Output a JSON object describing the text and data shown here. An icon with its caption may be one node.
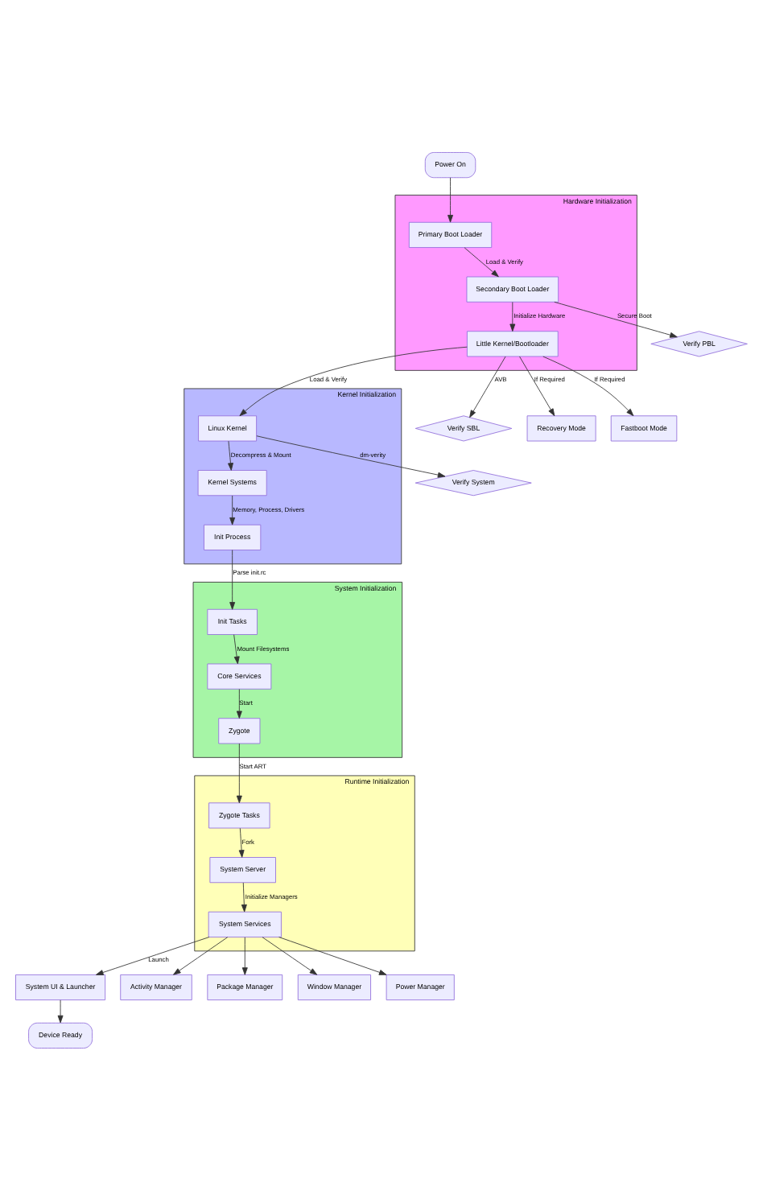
{
  "diagram": {
    "nodes": [
      {
        "text": [
          "Power On"
        ]
      },
      {
        "text": [
          "Hardware Initialization"
        ]
      },
      {
        "text": [
          "Primary Boot Loader"
        ],
        "in": 1
      },
      {
        "text": [
          "Secondary Boot Loader"
        ],
        "in": 1
      },
      {
        "text": [
          "Little Kernel/Bootloader"
        ],
        "in": 1
      },
      {
        "text": [
          "Verify PBL"
        ]
      },
      {
        "text": [
          "Kernel Initialization"
        ]
      },
      {
        "text": [
          "Linux Kernel"
        ],
        "in": 6
      },
      {
        "text": [
          "Kernel Systems"
        ],
        "in": 6
      },
      {
        "text": [
          "Init Process"
        ],
        "in": 6
      },
      {
        "text": [
          "Verify SBL"
        ]
      },
      {
        "text": [
          "Recovery Mode"
        ]
      },
      {
        "text": [
          "Fastboot Mode"
        ]
      },
      {
        "text": [
          "Verify System"
        ]
      },
      {
        "text": [
          "System Initialization"
        ]
      },
      {
        "text": [
          "Init Tasks"
        ],
        "in": 14
      },
      {
        "text": [
          "Core Services"
        ],
        "in": 14
      },
      {
        "text": [
          "Zygote"
        ],
        "in": 14
      },
      {
        "text": [
          "Runtime Initialization"
        ]
      },
      {
        "text": [
          "Zygote Tasks"
        ],
        "in": 18
      },
      {
        "text": [
          "System Server"
        ],
        "in": 18
      },
      {
        "text": [
          "System Services"
        ],
        "in": 18
      },
      {
        "text": [
          "System UI & Launcher"
        ]
      },
      {
        "text": [
          "Activity Manager"
        ]
      },
      {
        "text": [
          "Package Manager"
        ]
      },
      {
        "text": [
          "Window Manager"
        ]
      },
      {
        "text": [
          "Power Manager"
        ]
      },
      {
        "text": [
          "Device Ready"
        ]
      }
    ],
    "edges": [
      {
        "from": 0,
        "to": 2,
        "arrow": "to"
      },
      {
        "from": 2,
        "to": 3,
        "arrow": "to",
        "label": "Load & Verify"
      },
      {
        "from": 3,
        "to": 4,
        "arrow": "to",
        "label": "Initialize Hardware"
      },
      {
        "from": 3,
        "to": 5,
        "arrow": "to",
        "label": "Secure Boot"
      },
      {
        "from": 4,
        "to": 7,
        "arrow": "to",
        "label": "Load & Verify"
      },
      {
        "from": 4,
        "to": 10,
        "arrow": "to",
        "label": "AVB"
      },
      {
        "from": 4,
        "to": 11,
        "arrow": "to",
        "label": "If Required"
      },
      {
        "from": 4,
        "to": 12,
        "arrow": "to",
        "label": "If Required"
      },
      {
        "from": 7,
        "to": 8,
        "arrow": "to",
        "label": "Decompress & Mount"
      },
      {
        "from": 7,
        "to": 13,
        "arrow": "to",
        "label": "dm-verity"
      },
      {
        "from": 8,
        "to": 9,
        "arrow": "to",
        "label": "Memory, Process, Drivers"
      },
      {
        "from": 9,
        "to": 15,
        "arrow": "to",
        "label": "Parse init.rc"
      },
      {
        "from": 15,
        "to": 16,
        "arrow": "to",
        "label": "Mount Filesystems"
      },
      {
        "from": 16,
        "to": 17,
        "arrow": "to",
        "label": "Start"
      },
      {
        "from": 17,
        "to": 19,
        "arrow": "to",
        "label": "Start ART"
      },
      {
        "from": 19,
        "to": 20,
        "arrow": "to",
        "label": "Fork"
      },
      {
        "from": 20,
        "to": 21,
        "arrow": "to",
        "label": "Initialize Managers"
      },
      {
        "from": 21,
        "to": 22,
        "arrow": "to",
        "label": "Launch"
      },
      {
        "from": 21,
        "to": 23,
        "arrow": "to"
      },
      {
        "from": 21,
        "to": 24,
        "arrow": "to"
      },
      {
        "from": 21,
        "to": 25,
        "arrow": "to"
      },
      {
        "from": 21,
        "to": 26,
        "arrow": "to"
      },
      {
        "from": 22,
        "to": 27,
        "arrow": "to"
      }
    ]
  }
}
